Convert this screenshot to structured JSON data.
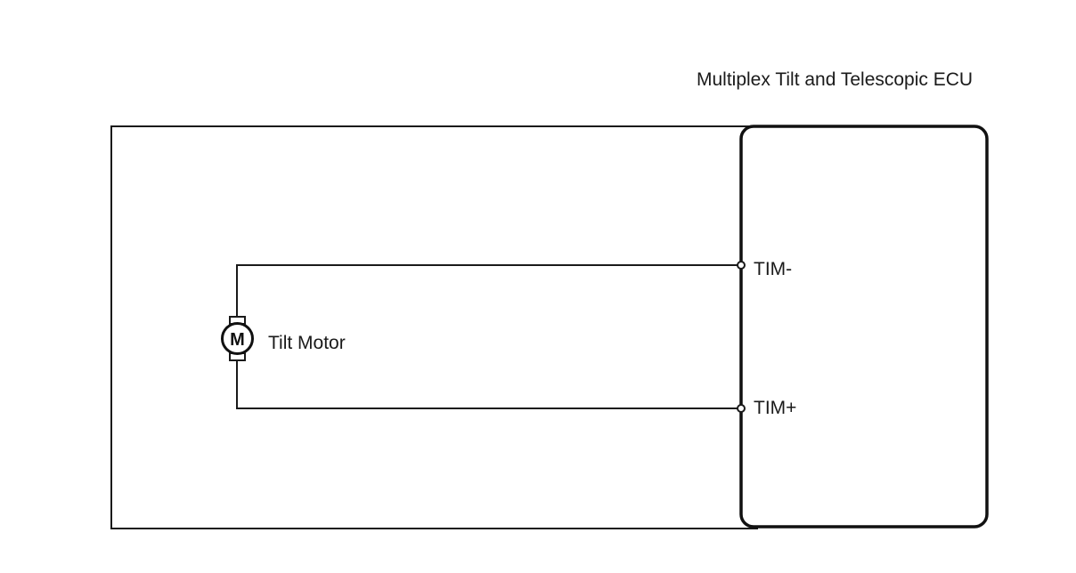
{
  "ecu": {
    "title": "Multiplex Tilt and Telescopic ECU"
  },
  "terminals": {
    "tim_minus": "TIM-",
    "tim_plus": "TIM+"
  },
  "motor": {
    "symbol": "M",
    "label": "Tilt Motor"
  },
  "colors": {
    "line": "#1a1a1a",
    "background": "#ffffff"
  }
}
